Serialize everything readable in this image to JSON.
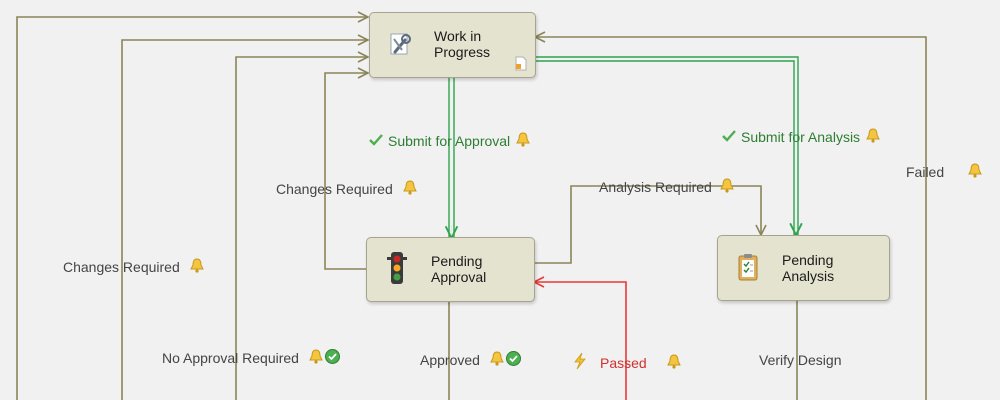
{
  "nodes": {
    "work_in_progress": {
      "label": "Work in\nProgress"
    },
    "pending_approval": {
      "label": "Pending\nApproval"
    },
    "pending_analysis": {
      "label": "Pending\nAnalysis"
    }
  },
  "transitions": {
    "submit_for_approval": "Submit for Approval",
    "submit_for_analysis": "Submit for Analysis",
    "changes_required_inner": "Changes Required",
    "changes_required_outer": "Changes Required",
    "analysis_required": "Analysis Required",
    "failed": "Failed",
    "no_approval_required": "No Approval Required",
    "approved": "Approved",
    "passed": "Passed",
    "verify_design": "Verify Design"
  },
  "colors": {
    "connector": "#8b8458",
    "submit_connector": "#2ea44f",
    "failed_connector": "#e53935",
    "node_fill": "#e4e3cf",
    "background": "#f1f1f1"
  },
  "icons": {
    "work_in_progress": "tools-icon",
    "pending_approval": "traffic-light-icon",
    "pending_analysis": "clipboard-icon",
    "notification": "bell-icon",
    "approval": "approved-check-icon",
    "passed": "lightning-icon",
    "submit": "checkmark-icon",
    "document": "document-icon"
  }
}
